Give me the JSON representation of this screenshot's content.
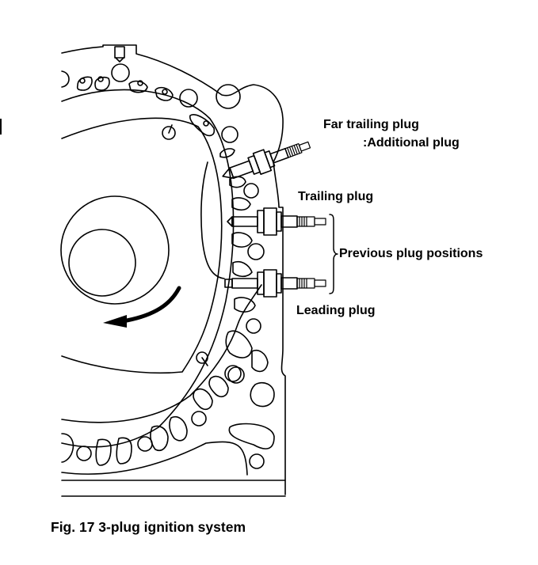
{
  "figure": {
    "caption": "Fig. 17 3-plug ignition system"
  },
  "labels": {
    "far_trailing_plug": "Far trailing plug",
    "additional_plug": ":Additional plug",
    "trailing_plug": "Trailing plug",
    "previous_plug_positions": "Previous plug positions",
    "leading_plug": "Leading plug"
  },
  "colors": {
    "ink": "#000000",
    "paper": "#ffffff"
  }
}
